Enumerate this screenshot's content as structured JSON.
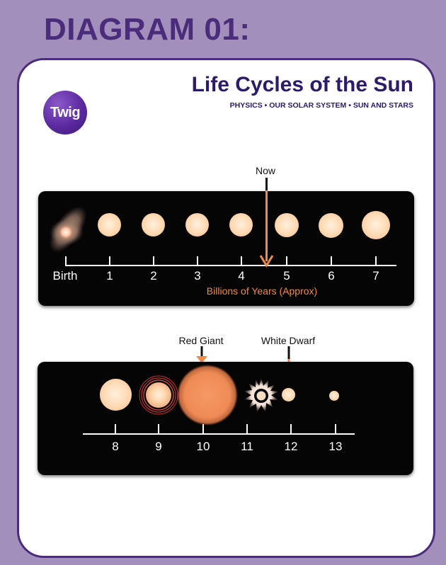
{
  "header": {
    "heading": "DIAGRAM 01:"
  },
  "card": {
    "logo_text": "Twig",
    "title": "Life Cycles of the Sun",
    "subtitle": "PHYSICS • OUR SOLAR SYSTEM • SUN AND STARS"
  },
  "timeline_top": {
    "tick_labels": [
      "Birth",
      "1",
      "2",
      "3",
      "4",
      "5",
      "6",
      "7"
    ],
    "axis_caption": "Billions of Years (Approx)",
    "marker_label": "Now",
    "marker_position_years": 4.6
  },
  "timeline_bottom": {
    "tick_labels": [
      "8",
      "9",
      "10",
      "11",
      "12",
      "13"
    ],
    "marker_red_giant": "Red Giant",
    "marker_white_dwarf": "White Dwarf"
  },
  "colors": {
    "purple_frame": "#4b2c7c",
    "background": "#a28fbb",
    "arrow_orange": "#f08a4b",
    "panel_black": "#050505"
  }
}
